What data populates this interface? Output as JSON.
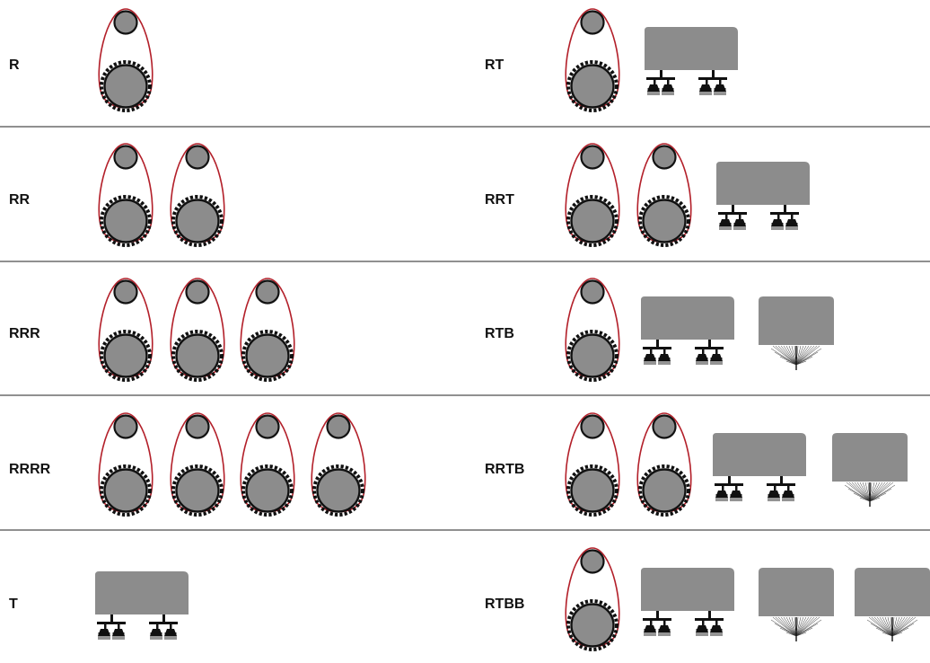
{
  "rows": [
    {
      "left": "R",
      "right": "RT"
    },
    {
      "left": "RR",
      "right": "RRT"
    },
    {
      "left": "RRR",
      "right": "RTB"
    },
    {
      "left": "RRRR",
      "right": "RRTB"
    },
    {
      "left": "T",
      "right": "RTBB"
    }
  ],
  "legend": {
    "R": "roller-icon",
    "T": "tine-bar-icon",
    "B": "brush-icon"
  },
  "colors": {
    "belt": "#b3202a",
    "drum": "#8c8c8c",
    "outline": "#111111",
    "divider": "#222222",
    "housing": "#8c8c8c"
  }
}
